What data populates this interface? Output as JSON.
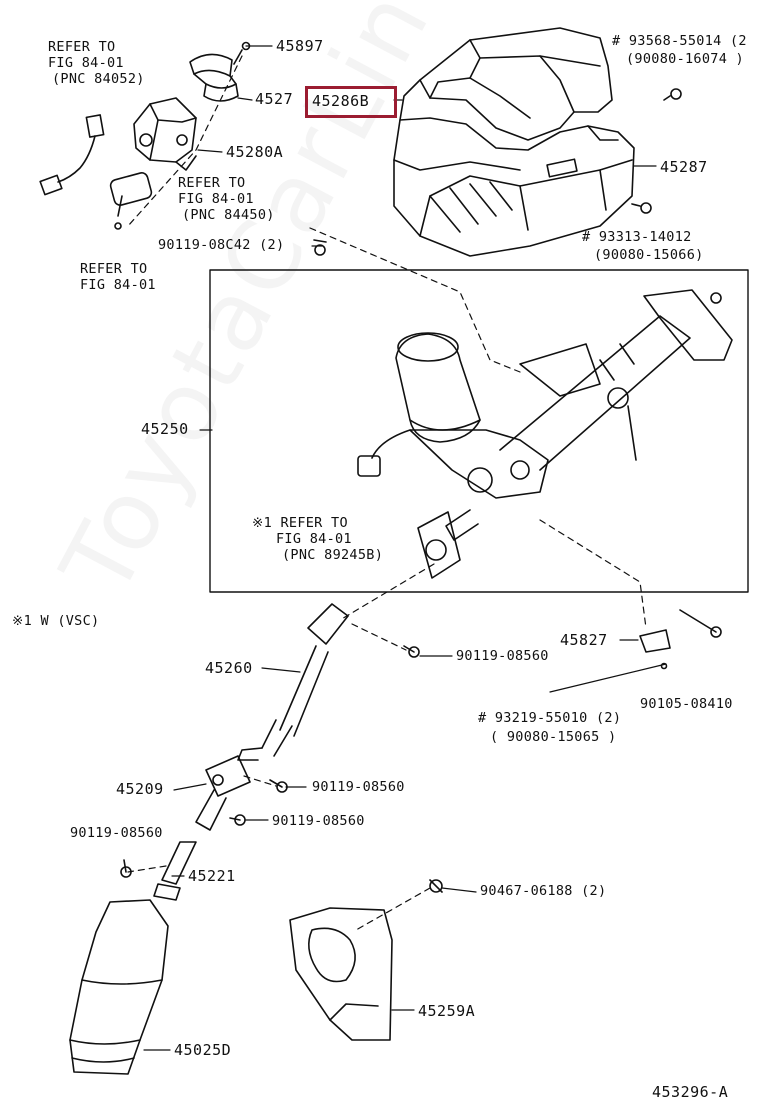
{
  "diagram_code": "453296-A",
  "watermark": "ToyotaCarLine.ru",
  "highlight_color": "#9b1c31",
  "labels": {
    "p45897": "45897",
    "p4527": "4527",
    "p45286b": "45286B",
    "p45280a": "45280A",
    "p45287": "45287",
    "p45250": "45250",
    "p45827": "45827",
    "p45260": "45260",
    "p45209": "45209",
    "p45221": "45221",
    "p45259a": "45259A",
    "p45025d": "45025D",
    "b90119_08c42": "90119-08C42 (2)",
    "b90119_08560_a": "90119-08560",
    "b90119_08560_b": "90119-08560",
    "b90119_08560_c": "90119-08560",
    "b90119_08560_d": "90119-08560",
    "b90105_08410": "90105-08410",
    "b90467_06188": "90467-06188 (2)",
    "b93568_1": "# 93568-55014 (2",
    "b93568_2": "(90080-16074 )",
    "b93313_1": "# 93313-14012",
    "b93313_2": "(90080-15066)",
    "b93219_1": "# 93219-55010 (2)",
    "b93219_2": "( 90080-15065 )",
    "ref_84052_1": "REFER TO",
    "ref_84052_2": "FIG 84-01",
    "ref_84052_3": "(PNC 84052)",
    "ref_84450_1": "REFER TO",
    "ref_84450_2": "FIG 84-01",
    "ref_84450_3": "(PNC 84450)",
    "ref_8401_1": "REFER TO",
    "ref_8401_2": "FIG 84-01",
    "ref_89245_1": "※1 REFER TO",
    "ref_89245_2": "FIG 84-01",
    "ref_89245_3": "(PNC 89245B)",
    "note_vsc": "※1 W (VSC)"
  }
}
